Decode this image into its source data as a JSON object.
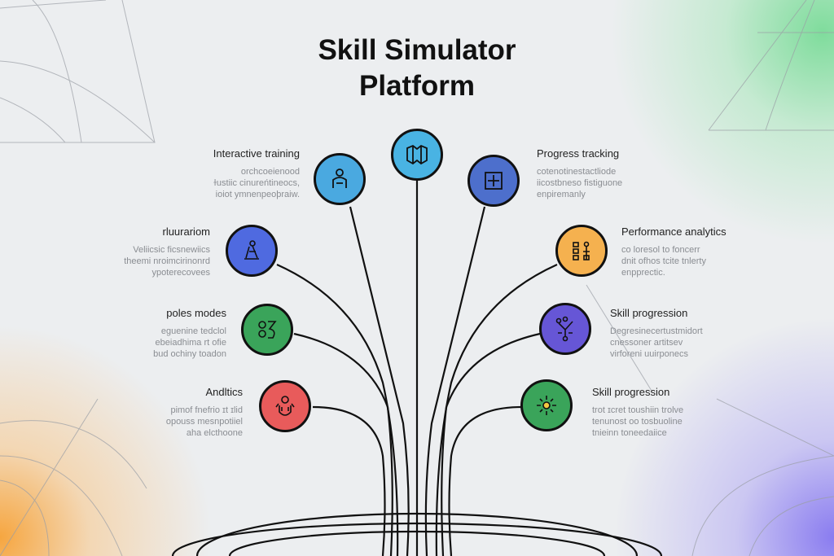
{
  "title_line1": "Skill Simulator",
  "title_line2": "Platform",
  "colors": {
    "top": "#49b3e3",
    "interactive": "#4aa9e0",
    "progress": "#4d6fcc",
    "rluurariom": "#4f6ae0",
    "performance": "#f5b14f",
    "poles": "#3aa45a",
    "skill1": "#6656d6",
    "andltics": "#e85b5b",
    "skill2": "#3aa45a"
  },
  "features": [
    {
      "title": "Interactive training",
      "lines": [
        "orchcoeienood",
        "ɫustiic cinureńtineocs,",
        "ioiot ymnenpeoþraiw."
      ],
      "icon": "person-icon"
    },
    {
      "title": "Progress tracking",
      "lines": [
        "cotenotinestactliode",
        "iicostbneso fistiguone",
        "enpiremanly"
      ],
      "icon": "plus-box-icon"
    },
    {
      "title": "rluurariom",
      "lines": [
        "Veliicsic ficsnewiics",
        "theemi nroimcirinonrd",
        "ypoterecovees"
      ],
      "icon": "figure-icon"
    },
    {
      "title": "Performance analytics",
      "lines": [
        "co loresol to foncerr",
        "dnit ofhos tcite tnlerty",
        "enpprectic."
      ],
      "icon": "grid-icon"
    },
    {
      "title": "poles modes",
      "lines": [
        "eguenine tedclol",
        "ebeiadhima rt ofie",
        "bud ochiny toadon"
      ],
      "icon": "faces-icon"
    },
    {
      "title": "Skill progression",
      "lines": [
        "Degresinecertustmidort",
        "cnessoner artitsev",
        "virforeni uuirponecs"
      ],
      "icon": "branch-icon"
    },
    {
      "title": "Andltics",
      "lines": [
        "pimof fnefrio ɪt ɪlid",
        "opouss mesnpotiiel",
        "aha elcthoone"
      ],
      "icon": "people-icon"
    },
    {
      "title": "Skill progression",
      "lines": [
        "trot ɪcret toushiin trolve",
        "tenunost oo tosbuoline",
        "tnieinn toneedaiice"
      ],
      "icon": "sun-icon"
    }
  ]
}
